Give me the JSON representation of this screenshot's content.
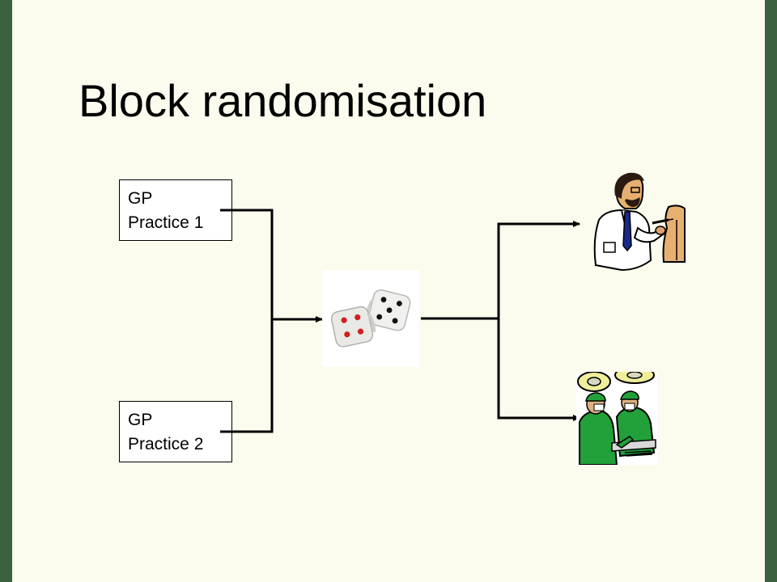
{
  "slide": {
    "title": "Block randomisation"
  },
  "practices": [
    {
      "line1": "GP",
      "line2": "Practice 1"
    },
    {
      "line1": "GP",
      "line2": "Practice 2"
    }
  ],
  "colors": {
    "frame": "#3a6140",
    "slide_background": "#fbfbee",
    "scrubs": "#22a03a"
  },
  "icons": {
    "randomiser": "dice-icon",
    "arm_a": "doctor-injection-icon",
    "arm_b": "surgeons-operating-icon"
  }
}
